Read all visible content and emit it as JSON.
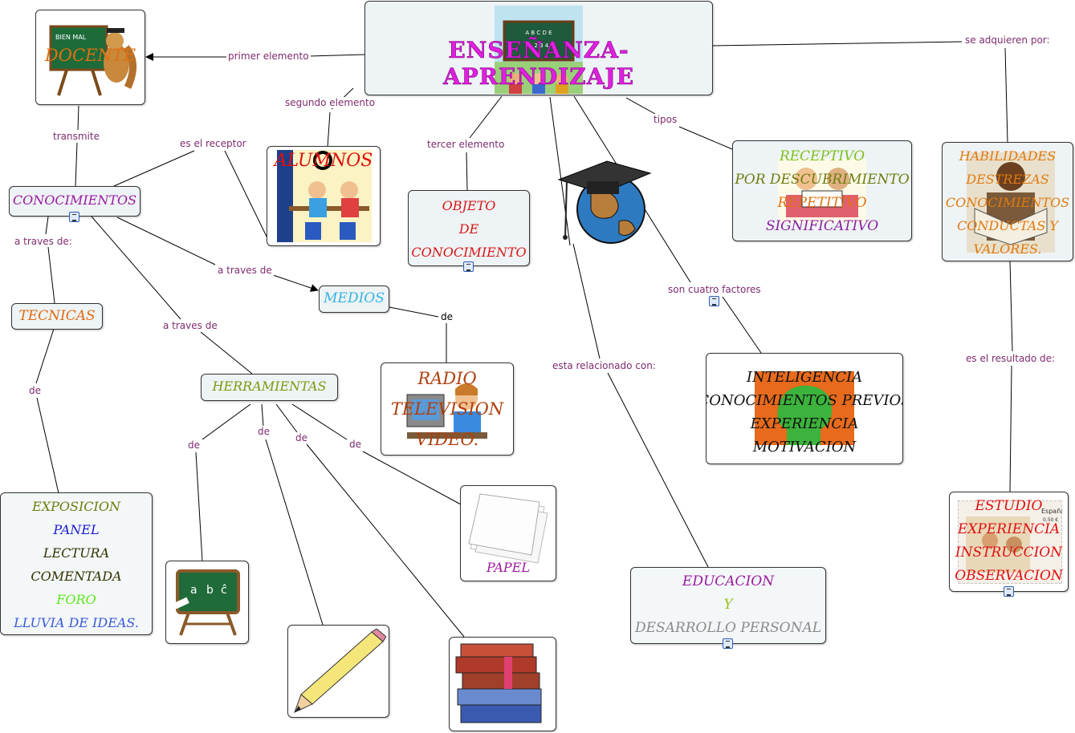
{
  "title": {
    "text": "ENSEÑANZA-APRENDIZAJE",
    "color": "#e020e0",
    "board_text": "A B C D E",
    "board_digits": "1 2 3 4"
  },
  "nodes": {
    "docente": "DOCENTE",
    "docente_board": "BIEN  MAL",
    "conocimientos": "CONOCIMIENTOS",
    "alumnos": "ALUMNOS",
    "objeto": [
      "OBJETO",
      "DE",
      "CONOCIMIENTO"
    ],
    "tecnicas": "TECNICAS",
    "medios": "MEDIOS",
    "herramientas": "HERRAMIENTAS",
    "medios_list": [
      "RADIO",
      "TELEVISION",
      "VIDEO."
    ],
    "receptivo": [
      "RECEPTIVO",
      "POR DESCUBRIMIENTO",
      "REPETITIVO",
      "SIGNIFICATIVO"
    ],
    "habilidades": [
      "HABILIDADES",
      "DESTREZAS",
      "CONOCIMIENTOS",
      "CONDUCTAS Y",
      "VALORES."
    ],
    "factores": [
      "INTELIGENCIA",
      "CONOCIMIENTOS PREVIOS",
      "EXPERIENCIA",
      "MOTIVACION"
    ],
    "tecnicas_list": [
      "EXPOSICION",
      "PANEL",
      "LECTURA",
      "COMENTADA",
      "FORO",
      "LLUVIA DE IDEAS."
    ],
    "papel": "PAPEL",
    "abc": [
      "a",
      "b",
      "ĉ"
    ],
    "educacion": [
      "EDUCACION",
      "Y",
      "DESARROLLO PERSONAL"
    ],
    "estudio": [
      "ESTUDIO",
      "EXPERIENCIA",
      "INSTRUCCION",
      "OBSERVACION"
    ],
    "stamp_text": "España",
    "stamp_value": "0,50 €"
  },
  "links": {
    "primer": "primer elemento",
    "segundo": "segundo elemento",
    "tercer": "tercer elemento",
    "tipos": "tipos",
    "se_adquieren": "se adquieren por:",
    "transmite": "transmite",
    "es_receptor": "es el receptor",
    "a_traves_de_colon": "a traves de:",
    "a_traves_de_medios": "a traves de",
    "a_traves_de_herr": "a traves de",
    "de_medios": "de",
    "de_tecnicas": "de",
    "cuatro_factores": "son cuatro factores",
    "relacionado": "esta relacionado con:",
    "resultado": "es el resultado  de:",
    "de_h1": "de",
    "de_h2": "de",
    "de_h3": "de",
    "de_h4": "de"
  },
  "colors": {
    "link_label": "#7d2b6d",
    "node_bg": "#eef3f5",
    "docente": "#e07010",
    "conocimientos": "#9a1aa0",
    "alumnos": "#e01010",
    "objeto": "#d81818",
    "tecnicas": "#e06a10",
    "medios": "#33b5e0",
    "herramientas": "#7a9a10",
    "medios_list": "#b0400e",
    "receptivo_1": "#7fc01c",
    "receptivo_2": "#6d7d10",
    "receptivo_3": "#e07010",
    "receptivo_4": "#8a20a0",
    "habilidades": "#e07a10",
    "factores": "#111111",
    "exposicion": "#6d7d10",
    "panel": "#1a1ad0",
    "lectura": "#333300",
    "foro": "#5ce81c",
    "lluvia": "#3a5ad8",
    "papel": "#a01aa0",
    "educacion": "#9a1aa0",
    "y": "#9ac01c",
    "desarrollo": "#8a8a8a",
    "estudio": "#e01010"
  },
  "icons": [
    "note-icon",
    "teacher-squirrel-icon",
    "classroom-icon",
    "graduation-globe-icon",
    "reading-kids-icon",
    "studying-person-icon",
    "head-silhouette-icon",
    "chalkboard-icon",
    "pencil-icon",
    "books-stack-icon",
    "paper-sheets-icon",
    "computer-user-icon",
    "stamp-icon"
  ]
}
